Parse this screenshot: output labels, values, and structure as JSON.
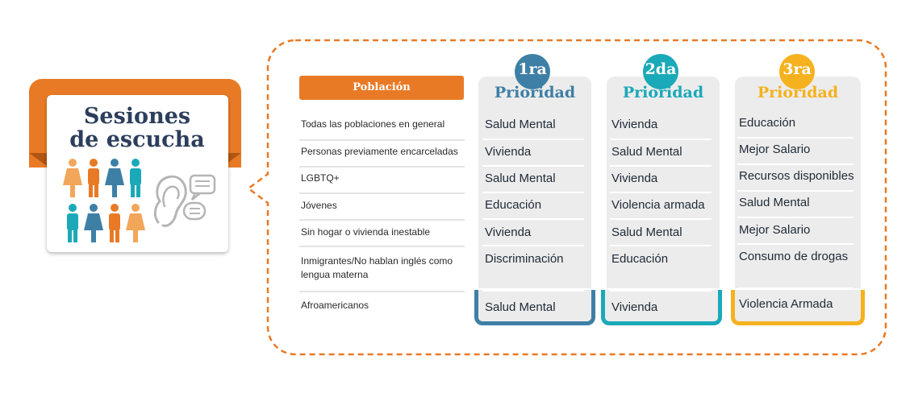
{
  "card": {
    "title_line1": "Sesiones",
    "title_line2": "de escucha"
  },
  "population": {
    "header": "Población",
    "items": [
      "Todas las poblaciones en general",
      "Personas previamente encarceladas",
      "LGBTQ+",
      "Jóvenes",
      "Sin hogar o vivienda inestable",
      "Inmigrantes/No hablan inglés como lengua materna",
      "Afroamericanos"
    ]
  },
  "priorities": [
    {
      "rank": "1ra",
      "title": "Prioridad",
      "color": "#3e7fa6",
      "items": [
        "Salud Mental",
        "Vivienda",
        "Salud Mental",
        "Educación",
        "Vivienda",
        "Discriminación",
        "Salud Mental"
      ]
    },
    {
      "rank": "2da",
      "title": "Prioridad",
      "color": "#1aa9b8",
      "items": [
        "Vivienda",
        "Salud Mental",
        "Vivienda",
        "Violencia armada",
        "Salud Mental",
        "Educación",
        "Vivienda"
      ]
    },
    {
      "rank": "3ra",
      "title": "Prioridad",
      "color": "#f5b21e",
      "items": [
        "Educación",
        "Mejor Salario",
        "Recursos disponibles",
        "Salud Mental",
        "Mejor Salario",
        "Consumo de drogas",
        "Violencia Armada"
      ]
    }
  ],
  "colors": {
    "accent": "#e87a26",
    "navy": "#2c3e5c",
    "panel": "#ececec"
  },
  "icons": [
    "people-icon",
    "ear-icon",
    "speech-bubble-icon"
  ]
}
